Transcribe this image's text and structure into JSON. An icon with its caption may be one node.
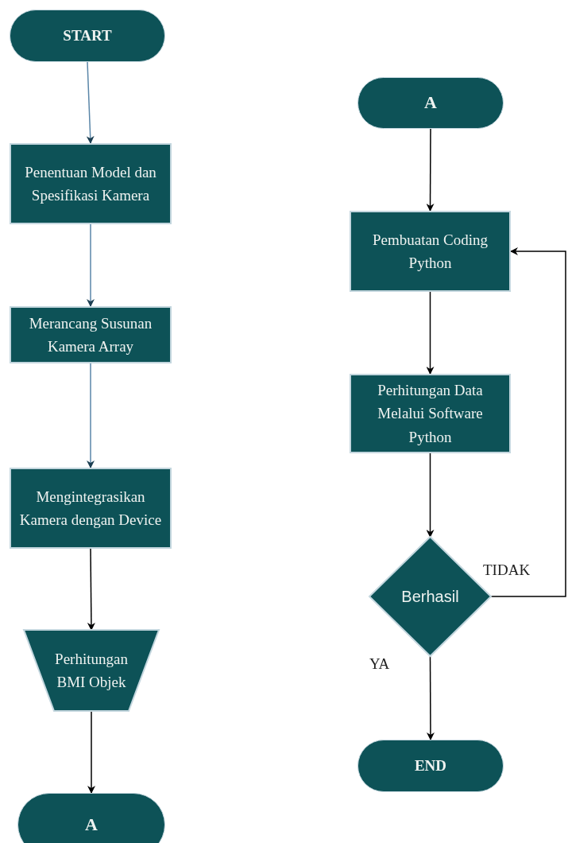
{
  "diagram": {
    "nodes": [
      {
        "text": [
          "START"
        ]
      },
      {
        "text": [
          "Penentuan Model dan Spesifikasi Kamera"
        ]
      },
      {
        "text": [
          "Merancang Susunan Kamera Array"
        ]
      },
      {
        "text": [
          "Mengintegrasikan Kamera dengan Device"
        ]
      },
      {
        "text": [
          "Perhitungan BMI Objek"
        ]
      },
      {
        "text": [
          "A"
        ]
      },
      {
        "text": [
          "A"
        ]
      },
      {
        "text": [
          "Pembuatan Coding Python"
        ]
      },
      {
        "text": [
          "Perhitungan Data Melalui Software Python"
        ]
      },
      {
        "text": [
          "Berhasil"
        ]
      },
      {
        "text": [
          "END"
        ]
      }
    ],
    "edges": [
      {
        "from": 0,
        "to": 1,
        "arrow": "to",
        "color": "#5a86a8"
      },
      {
        "from": 1,
        "to": 2,
        "arrow": "to",
        "color": "#5a86a8"
      },
      {
        "from": 2,
        "to": 3,
        "arrow": "to",
        "color": "#5a86a8"
      },
      {
        "from": 3,
        "to": 4,
        "arrow": "to"
      },
      {
        "from": 4,
        "to": 5,
        "arrow": "to"
      },
      {
        "from": 6,
        "to": 7,
        "arrow": "to"
      },
      {
        "from": 7,
        "to": 8,
        "arrow": "to"
      },
      {
        "from": 8,
        "to": 9,
        "arrow": "to"
      },
      {
        "from": 9,
        "to": 10,
        "arrow": "to",
        "label": "YA"
      },
      {
        "from": 9,
        "to": 7,
        "arrow": "to",
        "label": "TIDAK"
      }
    ]
  }
}
